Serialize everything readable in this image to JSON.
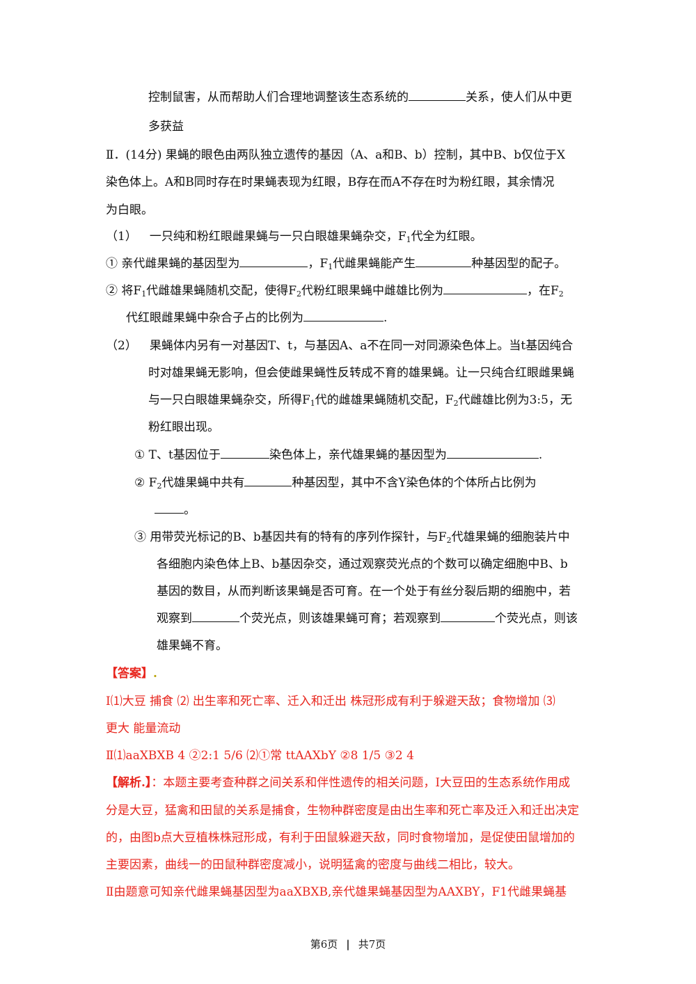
{
  "lines": {
    "l1": "控制鼠害，从而帮助人们合理地调整该生态系统的",
    "l1b": "关系，使人们从中更",
    "l2": "多获益",
    "l3": "Ⅱ．(14分) 果蝇的眼色由两队独立遗传的基因（A、a和B、b）控制，其中B、b仅位于X",
    "l4": "染色体上。A和B同时存在时果蝇表现为红眼，B存在而A不存在时为粉红眼，其余情况",
    "l5": "为白眼。",
    "l6a": "（1）",
    "l6b": "一只纯和粉红眼雌果蝇与一只白眼雄果蝇杂交，F",
    "l6sub": "1",
    "l6c": "代全为红眼。",
    "l7a": "①  亲代雌果蝇的基因型为",
    "l7b": "，F",
    "l7sub": "1",
    "l7c": "代雌果蝇能产生",
    "l7d": "种基因型的配子。",
    "l8a": "②  将F",
    "l8sub1": "1",
    "l8b": "代雌雄果蝇随机交配，使得F",
    "l8sub2": "2",
    "l8c": "代粉红眼果蝇中雌雄比例为",
    "l8d": "，在F",
    "l8sub3": "2",
    "l9a": "代红眼雌果蝇中杂合子占的比例为",
    "l9b": ".",
    "l10a": "（2）",
    "l10b": "果蝇体内另有一对基因T、t，与基因A、a不在同一对同源染色体上。当t基因纯合",
    "l11": "时对雄果蝇无影响，但会使雌果蝇性反转成不育的雄果蝇。让一只纯合红眼雌果蝇",
    "l12a": "与一只白眼雄果蝇杂交，所得F",
    "l12sub1": "1",
    "l12b": "代的雌雄果蝇随机交配，F",
    "l12sub2": "2",
    "l12c": "代雌雄比例为3:5，无",
    "l13": "粉红眼出现。",
    "l14a": "①  T、t基因位于",
    "l14b": "染色体上，亲代雄果蝇的基因型为",
    "l14c": ".",
    "l15a": "②  F",
    "l15sub": "2",
    "l15b": "代雄果蝇中共有",
    "l15c": "种基因型，其中不含Y染色体的个体所占比例为",
    "l16": "。",
    "l17a": "③  用带荧光标记的B、b基因共有的特有的序列作探针，与F",
    "l17sub": "2",
    "l17b": "代雄果蝇的细胞装片中",
    "l18": "各细胞内染色体上B、b基因杂交，通过观察荧光点的个数可以确定细胞中B、b",
    "l19": "基因的数目，从而判断该果蝇是否可育。在一个处于有丝分裂后期的细胞中，若",
    "l20a": "观察到",
    "l20b": "个荧光点，则该雄果蝇可育；若观察到",
    "l20c": "个荧光点，则该",
    "l21": "雄果蝇不育。"
  },
  "answer": {
    "heading": "【答案】",
    "dot": ".",
    "a1": "Ⅰ⑴大豆    捕食    ⑵  出生率和死亡率、迁入和迁出    株冠形成有利于躲避天敌；食物增加    ⑶",
    "a2": "更大    能量流动",
    "a3": "Ⅱ⑴aaXBXB    4      ②2:1    5/6      ⑵①常      ttAAXbY        ②8        1/5    ③2        4"
  },
  "analysis": {
    "heading": "【解析.】",
    "p1": "：本题主要考查种群之间关系和伴性遗传的相关问题，Ⅰ大豆田的生态系统作用成",
    "p2": "分是大豆，猛禽和田鼠的关系是捕食，生物种群密度是由出生率和死亡率及迁入和迁出决定",
    "p3": "的，由图b点大豆植株株冠形成，有利于田鼠躲避天敌，同时食物增加，是促使田鼠增加的",
    "p4": "主要因素，曲线一的田鼠种群密度减小，说明猛禽的密度与曲线二相比，较大。",
    "p5": "Ⅱ由题意可知亲代雌果蝇基因型为aaXBXB,亲代雄果蝇基因型为AAXBY，F1代雌果蝇基"
  },
  "footer": {
    "left": "第6页",
    "sep": "|",
    "right": "共7页"
  },
  "colors": {
    "answer_red": "#e8271f",
    "text": "#111111"
  }
}
